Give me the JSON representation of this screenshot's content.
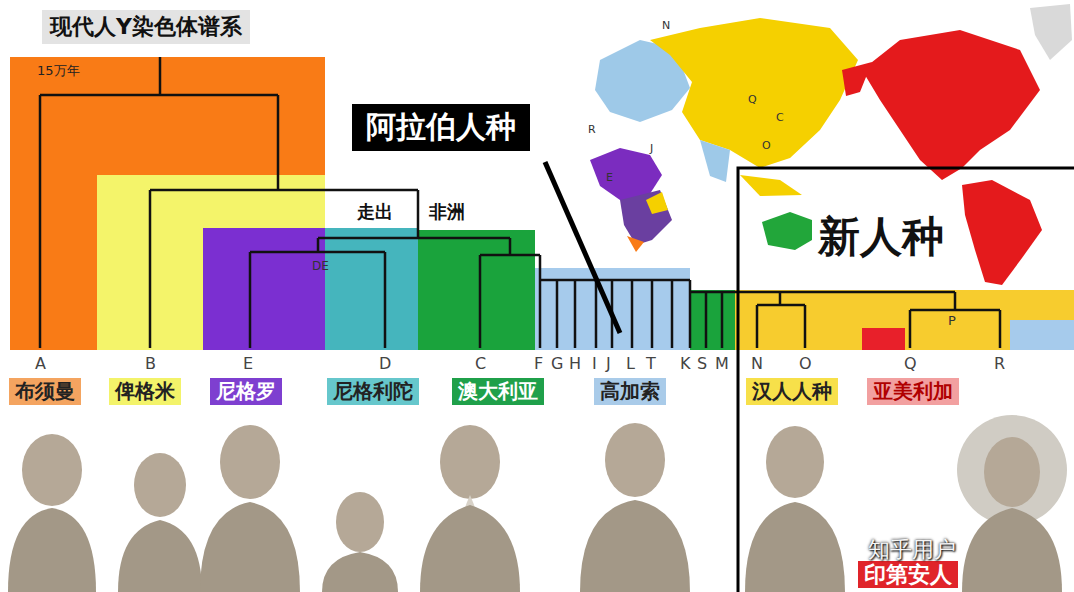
{
  "diagram": {
    "title": "现代人Y染色体谱系",
    "nodes": [
      {
        "text": [
          "阿拉伯人种"
        ]
      },
      {
        "text": [
          "布须曼"
        ]
      },
      {
        "text": [
          "俾格米"
        ]
      },
      {
        "text": [
          "尼格罗"
        ]
      },
      {
        "text": [
          "尼格利陀"
        ]
      },
      {
        "text": [
          "澳大利亚"
        ]
      },
      {
        "text": [
          "高加索"
        ]
      },
      {
        "text": [
          "汉人人种"
        ]
      },
      {
        "text": [
          "亚美利加"
        ]
      },
      {
        "text": [
          "印第安人"
        ]
      }
    ],
    "labels": [
      "15万年",
      "走出",
      "非洲",
      "DE",
      "A",
      "B",
      "E",
      "D",
      "C",
      "F",
      "G",
      "H",
      "I",
      "J",
      "L",
      "T",
      "K",
      "S",
      "M",
      "N",
      "O",
      "P",
      "Q",
      "R",
      "新人种",
      "N",
      "Q",
      "R",
      "O",
      "C",
      "J",
      "E",
      "知乎用户"
    ]
  }
}
